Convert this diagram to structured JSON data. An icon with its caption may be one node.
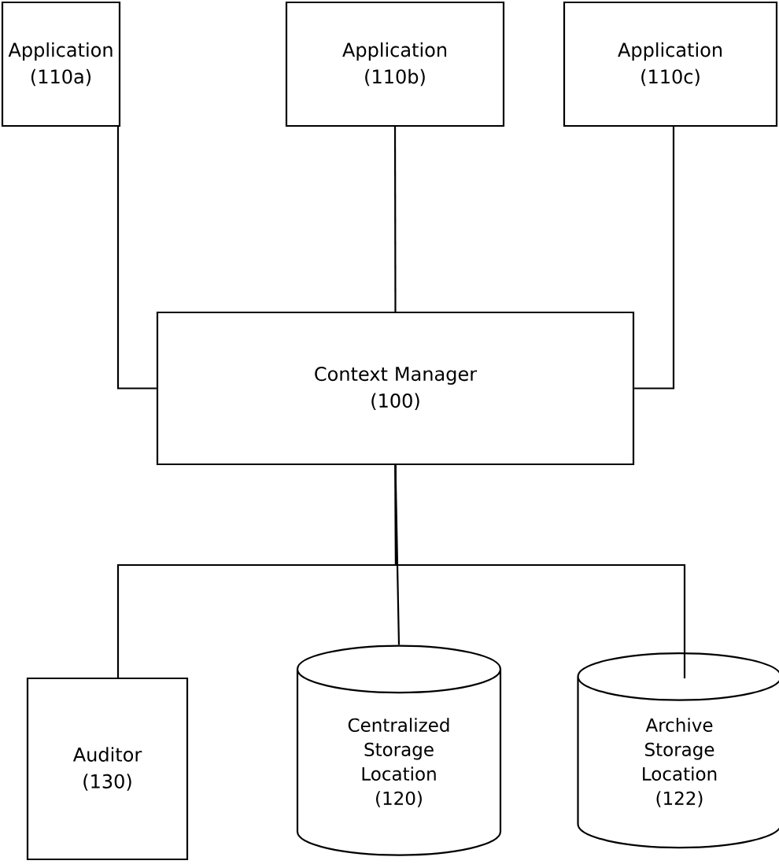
{
  "diagram": {
    "nodes": [
      {
        "text": [
          "Application",
          "(110a)"
        ]
      },
      {
        "text": [
          "Application",
          "(110b)"
        ]
      },
      {
        "text": [
          "Application",
          "(110c)"
        ]
      },
      {
        "text": [
          "Context Manager",
          "(100)"
        ]
      },
      {
        "text": [
          "Auditor",
          "(130)"
        ]
      },
      {
        "text": [
          "Centralized Storage Location",
          "(120)"
        ]
      },
      {
        "text": [
          "Archive Storage Location",
          "(122)"
        ]
      }
    ],
    "edges": [
      {
        "from": 0,
        "to": 3,
        "arrow": "none"
      },
      {
        "from": 1,
        "to": 3,
        "arrow": "none"
      },
      {
        "from": 2,
        "to": 3,
        "arrow": "none"
      },
      {
        "from": 3,
        "to": 4,
        "arrow": "none"
      },
      {
        "from": 3,
        "to": 5,
        "arrow": "none"
      },
      {
        "from": 3,
        "to": 6,
        "arrow": "none"
      }
    ]
  }
}
